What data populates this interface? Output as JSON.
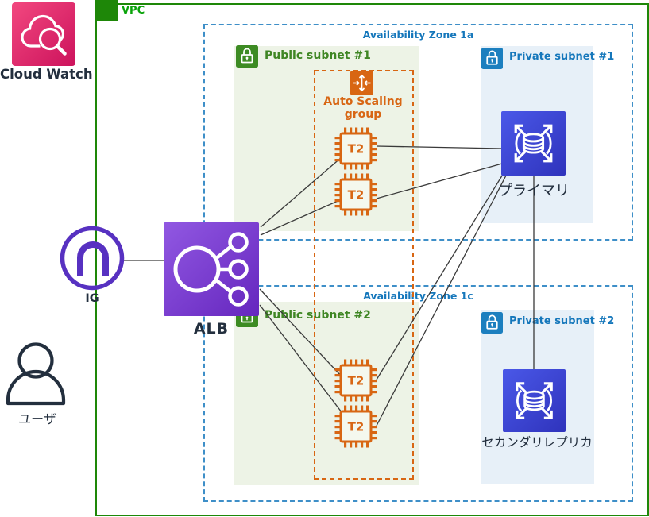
{
  "vpc": {
    "label": "VPC"
  },
  "zones": [
    {
      "label": "Availability Zone 1a"
    },
    {
      "label": "Availability Zone 1c"
    }
  ],
  "subnets": {
    "public1": {
      "label": "Public subnet #1"
    },
    "public2": {
      "label": "Public subnet #2"
    },
    "private1": {
      "label": "Private subnet #1"
    },
    "private2": {
      "label": "Private subnet #2"
    }
  },
  "autoscaling": {
    "label_line1": "Auto Scaling",
    "label_line2": "group"
  },
  "ec2": {
    "instance_type": "T2"
  },
  "alb": {
    "label": "ALB"
  },
  "internet_gateway": {
    "label": "IG"
  },
  "cloudwatch": {
    "label": "Cloud Watch"
  },
  "user": {
    "label": "ユーザ"
  },
  "rds": {
    "primary_label": "プライマリ",
    "secondary_label": "セカンダリレプリカ"
  },
  "colors": {
    "vpc_green": "#1E8708",
    "subnet_label_green": "#3F8624",
    "az_blue": "#1577BB",
    "private_lock_blue": "#1C7FBF",
    "public_lock_green": "#3D8B23",
    "asg_orange": "#D86613",
    "alb_purple_gradient": [
      "#9158E2",
      "#6526BE"
    ],
    "ig_purple": "#5731C1",
    "cloudwatch_pink_gradient": [
      "#F2487F",
      "#CC125C"
    ],
    "rds_blue_gradient": [
      "#4A58E8",
      "#2F33BC"
    ],
    "public_subnet_bg": "#EDF3E6",
    "private_subnet_bg": "#E7F0F8",
    "text_dark": "#232F3E",
    "connector": "#3A3A3A"
  }
}
